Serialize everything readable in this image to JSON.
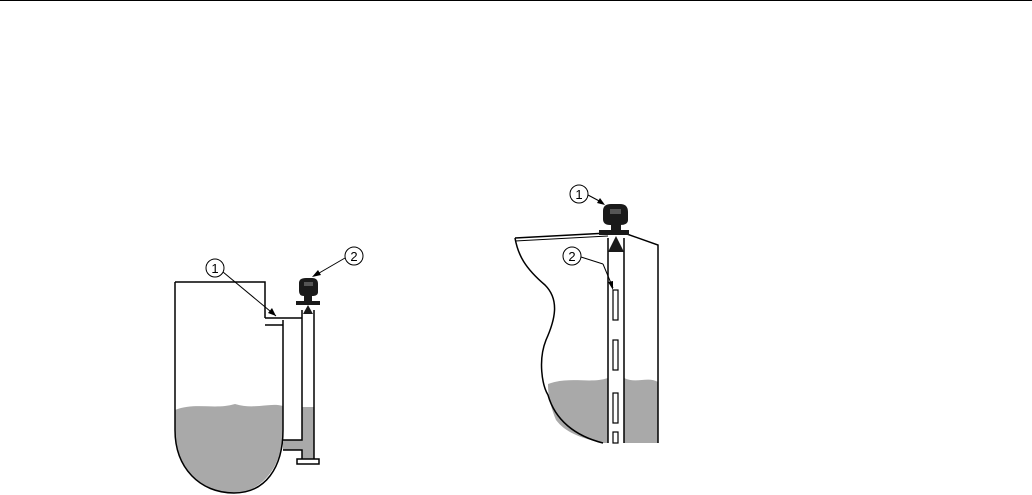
{
  "colors": {
    "liquid": "#a9a9a9",
    "outline": "#000000",
    "device": "#1a1a1a",
    "background": "#ffffff"
  },
  "left_figure": {
    "callouts": [
      {
        "label": "1"
      },
      {
        "label": "2"
      }
    ]
  },
  "right_figure": {
    "callouts": [
      {
        "label": "1"
      },
      {
        "label": "2"
      }
    ]
  }
}
